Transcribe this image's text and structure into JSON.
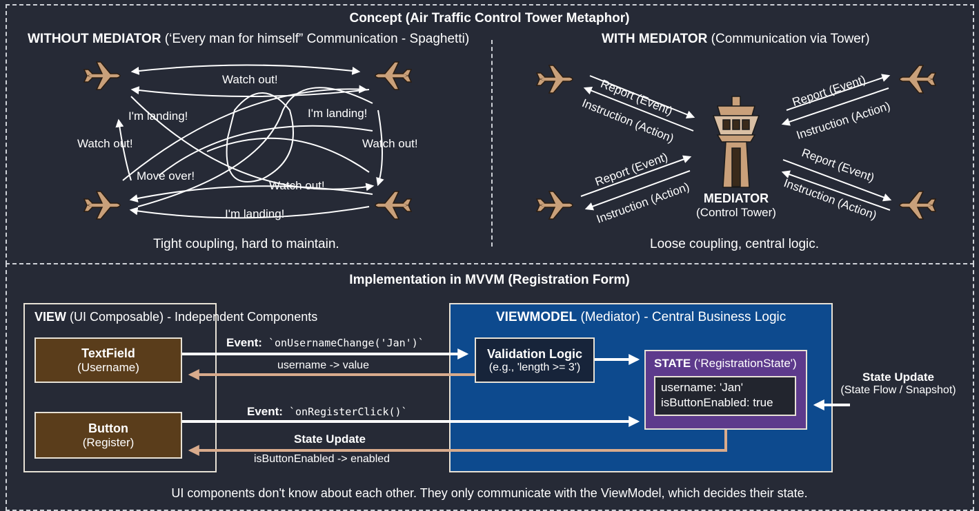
{
  "concept": {
    "title": "Concept (Air Traffic Control Tower Metaphor)",
    "without": {
      "heading_bold": "WITHOUT MEDIATOR",
      "heading_rest": " (‘Every man for himself” Communication - Spaghetti)",
      "labels": [
        "Watch out!",
        "I'm landing!",
        "I'm landing!",
        "Watch out!",
        "Watch out!",
        "Move over!",
        "Watch out!",
        "I'm landing!"
      ],
      "caption": "Tight coupling, hard to maintain."
    },
    "with": {
      "heading_bold": "WITH MEDIATOR",
      "heading_rest": " (Communication via Tower)",
      "report_label": "Report (Event)",
      "instruction_label": "Instruction (Action)",
      "tower_name": "MEDIATOR",
      "tower_sub": "(Control Tower)",
      "caption": "Loose coupling, central logic."
    }
  },
  "implementation": {
    "title": "Implementation in MVVM (Registration Form)",
    "view": {
      "heading_bold": "VIEW",
      "heading_rest": " (UI Composable) - Independent Components",
      "textfield_title": "TextField",
      "textfield_sub": "(Username)",
      "button_title": "Button",
      "button_sub": "(Register)"
    },
    "viewmodel": {
      "heading_bold": "VIEWMODEL",
      "heading_rest": " (Mediator) - Central Business Logic",
      "validation_title": "Validation Logic",
      "validation_sub": "(e.g., 'length >= 3')",
      "state_bold": "STATE",
      "state_rest": " (‘RegistrationState')",
      "state_line1": "username: 'Jan'",
      "state_line2": "isButtonEnabled: true"
    },
    "arrows": {
      "event1_bold": "Event:",
      "event1_code": " `onUsernameChange('Jan')`",
      "username_value": "username -> value",
      "event2_bold": "Event:",
      "event2_code": " `onRegisterClick()`",
      "state_update": "State Update",
      "enabled_value": "isButtonEnabled -> enabled"
    },
    "side": {
      "title": "State Update",
      "sub": "(State Flow / Snapshot)"
    },
    "footer": "UI components don't know about each other. They only communicate with the ViewModel, which decides their state."
  },
  "colors": {
    "background": "#262a36",
    "brown_box": "#5a3d1b",
    "viewmodel_blue": "#0d4a8e",
    "state_purple": "#5d3a8c",
    "return_arrow": "#d9ab8c",
    "plane": "#c9a07a"
  }
}
